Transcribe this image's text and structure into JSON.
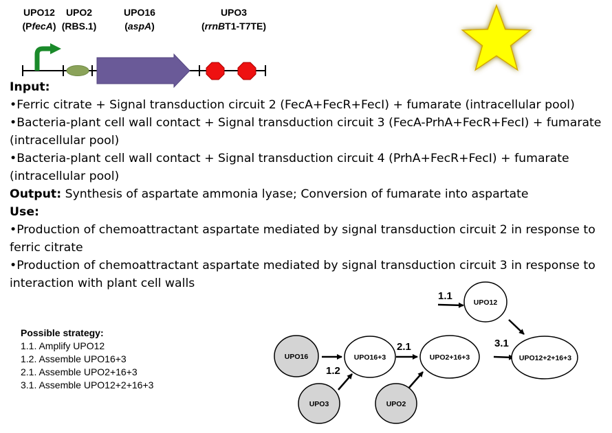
{
  "parts": [
    {
      "id": "UPO12",
      "line2_pre": "(P",
      "line2_it": "fecA",
      "line2_post": ")"
    },
    {
      "id": "UPO2",
      "line2_pre": "(RBS.1)",
      "line2_it": "",
      "line2_post": ""
    },
    {
      "id": "UPO16",
      "line2_pre": "(",
      "line2_it": "aspA",
      "line2_post": ")"
    },
    {
      "id": "UPO3",
      "line2_pre": "(",
      "line2_it": "rrnB",
      "line2_post": "T1-T7TE)"
    }
  ],
  "colors": {
    "promoter": "#1a8a2a",
    "rbs": "#8ba35a",
    "cds": "#6a5a98",
    "terminator": "#ee1111",
    "star_fill": "#ffff00",
    "star_glow": "#8a7500",
    "node_gray": "#d4d4d4"
  },
  "input_heading": "Input:",
  "inputs": [
    "•Ferric citrate + Signal transduction circuit 2 (FecA+FecR+FecI) + fumarate (intracellular pool)",
    "•Bacteria-plant cell wall contact + Signal transduction circuit 3 (FecA-PrhA+FecR+FecI) + fumarate (intracellular pool)",
    "•Bacteria-plant cell wall contact + Signal transduction circuit 4 (PrhA+FecR+FecI) + fumarate (intracellular pool)"
  ],
  "output_heading": "Output:",
  "output_text": "Synthesis of aspartate ammonia lyase; Conversion of fumarate into aspartate",
  "use_heading": "Use:",
  "uses": [
    "•Production of chemoattractant aspartate mediated by signal transduction circuit 2 in response to ferric citrate",
    "•Production of chemoattractant aspartate mediated by signal transduction circuit 3 in response to interaction with plant cell walls"
  ],
  "strategy": {
    "title": "Possible strategy:",
    "steps": [
      "1.1. Amplify UPO12",
      "1.2. Assemble UPO16+3",
      "2.1. Assemble UPO2+16+3",
      "3.1. Assemble UPO12+2+16+3"
    ]
  },
  "flow": {
    "nodes": {
      "upo12": "UPO12",
      "upo16": "UPO16",
      "upo16_3": "UPO16+3",
      "upo3": "UPO3",
      "upo2_16_3": "UPO2+16+3",
      "upo2": "UPO2",
      "upo12_2_16_3": "UPO12+2+16+3"
    },
    "edges": {
      "e11": "1.1",
      "e12": "1.2",
      "e21": "2.1",
      "e31": "3.1"
    }
  }
}
